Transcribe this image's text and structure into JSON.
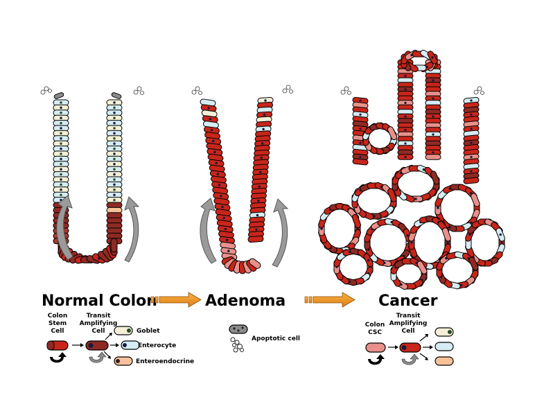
{
  "stages": {
    "normal": "Normal Colon",
    "adenoma": "Adenoma",
    "cancer": "Cancer"
  },
  "legend_normal": {
    "stem_l1": "Colon",
    "stem_l2": "Stem",
    "stem_l3": "Cell",
    "transit_l1": "Transit",
    "transit_l2": "Amplifying",
    "transit_l3": "Cell",
    "goblet": "Goblet",
    "enterocyte": "Enterocyte",
    "enteroendocrine": "Enteroendocrine"
  },
  "legend_apoptotic": "Apoptotic cell",
  "legend_cancer": {
    "csc_l1": "Colon",
    "csc_l2": "CSC",
    "transit_l1": "Transit",
    "transit_l2": "Amplifying",
    "transit_l3": "Cell"
  },
  "colors": {
    "stem_red": "#c8261b",
    "dark_red": "#8e2a24",
    "pink": "#e8908a",
    "light_blue": "#d6ecf2",
    "goblet_cream": "#f3f0d6",
    "endo_peach": "#f5c29a",
    "arrow_orange": "#f29a1f",
    "arrow_grey": "#9a9a9a"
  }
}
